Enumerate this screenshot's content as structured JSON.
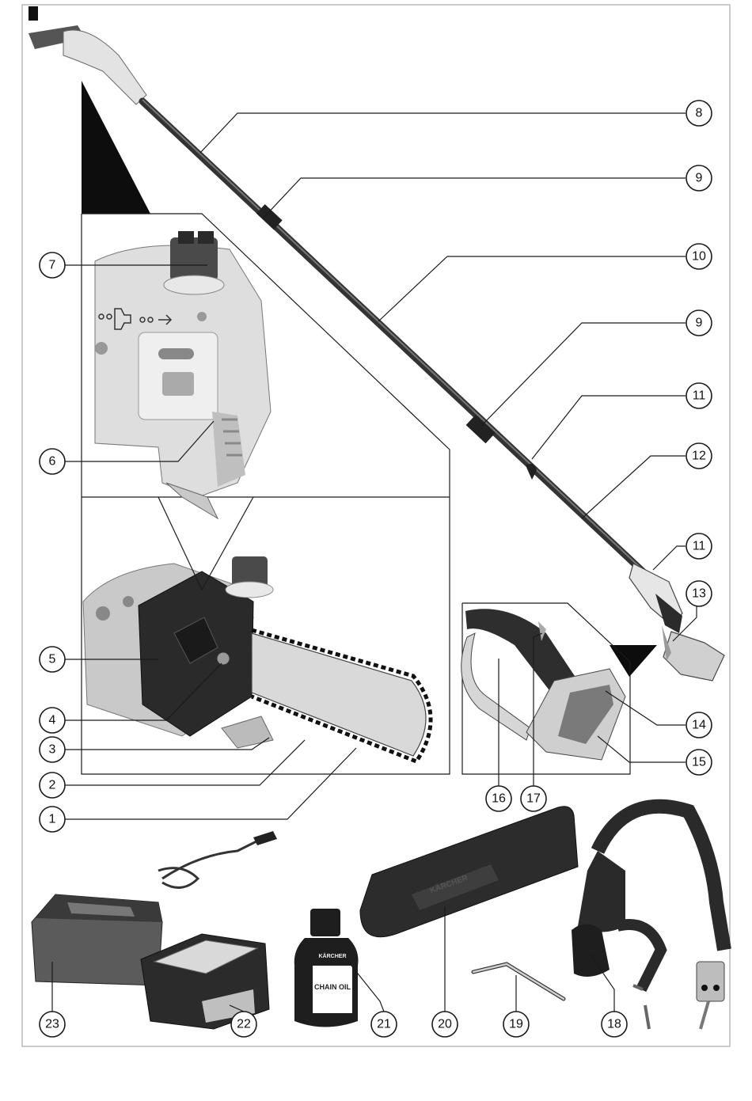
{
  "callouts": {
    "c1": "1",
    "c2": "2",
    "c3": "3",
    "c4": "4",
    "c5": "5",
    "c6": "6",
    "c7": "7",
    "c8": "8",
    "c9a": "9",
    "c9b": "9",
    "c10": "10",
    "c11a": "11",
    "c11b": "11",
    "c12": "12",
    "c13": "13",
    "c14": "14",
    "c15": "15",
    "c16": "16",
    "c17": "17",
    "c18": "18",
    "c19": "19",
    "c20": "20",
    "c21": "21",
    "c22": "22",
    "c23": "23"
  },
  "product_labels": {
    "oil_brand": "KÄRCHER",
    "oil_label": "CHAIN OIL",
    "cover_brand": "KÄRCHER"
  },
  "colors": {
    "frame": "#1a1a1a",
    "black_part": "#2b2b2b",
    "dark_part": "#444444",
    "grey_part": "#cfcfcf",
    "light_part": "#e6e6e6"
  }
}
